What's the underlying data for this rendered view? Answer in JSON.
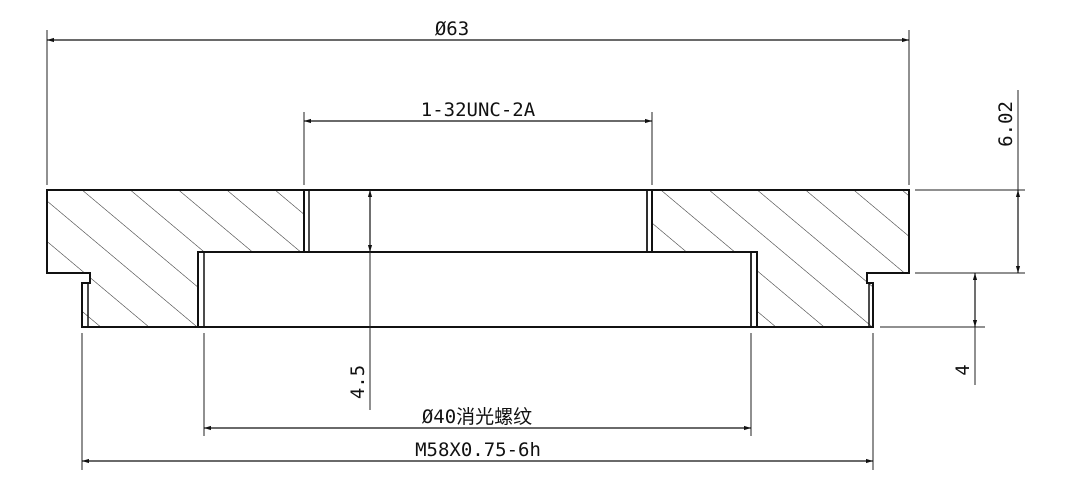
{
  "dimensions": {
    "outer_diameter": "Ø63",
    "thread_top": "1-32UNC-2A",
    "inner_diameter": "Ø40消光螺纹",
    "thread_bottom": "M58X0.75-6h",
    "bore_depth": "4.5",
    "total_height": "6.02",
    "step_height": "4"
  },
  "colors": {
    "line": "#111111",
    "background": "#ffffff"
  }
}
